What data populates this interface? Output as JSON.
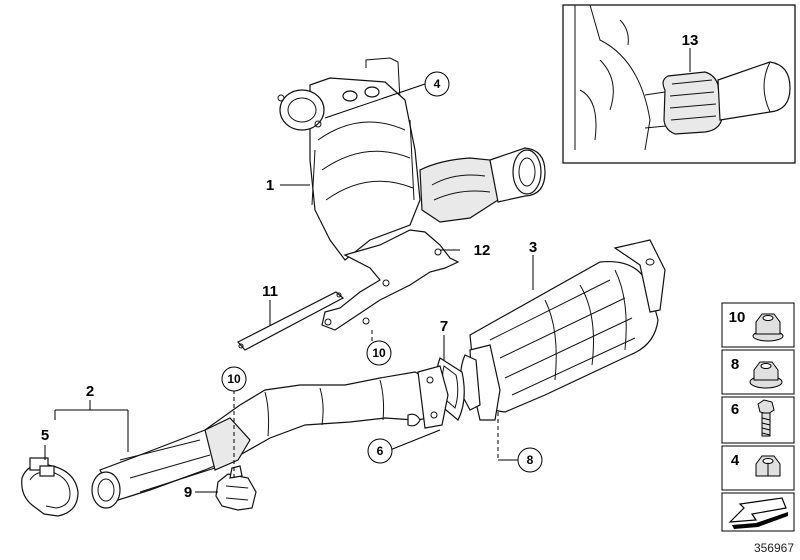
{
  "diagram": {
    "reference_number": "356967",
    "callouts": [
      {
        "id": "c1",
        "number": "1"
      },
      {
        "id": "c2",
        "number": "2"
      },
      {
        "id": "c3",
        "number": "3"
      },
      {
        "id": "c4",
        "number": "4"
      },
      {
        "id": "c5",
        "number": "5"
      },
      {
        "id": "c6",
        "number": "6"
      },
      {
        "id": "c7",
        "number": "7"
      },
      {
        "id": "c8",
        "number": "8"
      },
      {
        "id": "c9",
        "number": "9"
      },
      {
        "id": "c10a",
        "number": "10"
      },
      {
        "id": "c10b",
        "number": "10"
      },
      {
        "id": "c11",
        "number": "11"
      },
      {
        "id": "c12",
        "number": "12"
      }
    ],
    "inset": {
      "callout": "13"
    },
    "hardware_legend": [
      {
        "number": "10",
        "icon": "flange-nut-icon"
      },
      {
        "number": "8",
        "icon": "hex-flange-nut-icon"
      },
      {
        "number": "6",
        "icon": "bolt-icon"
      },
      {
        "number": "4",
        "icon": "hex-nut-icon"
      }
    ],
    "accent_colors": {
      "line": "#000000",
      "shade": "#e9e9e9",
      "background": "#ffffff"
    }
  }
}
